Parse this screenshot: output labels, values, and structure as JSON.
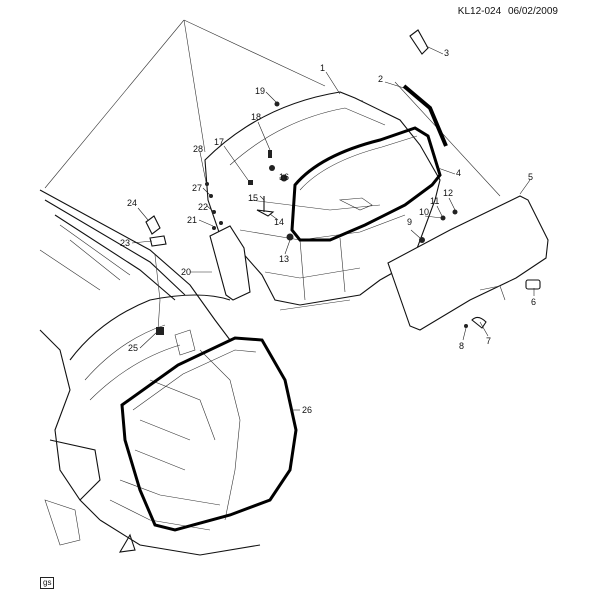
{
  "header": {
    "code": "KL12-024",
    "date": "06/02/2009"
  },
  "badge": "gs",
  "callouts": [
    {
      "id": "c1",
      "label": "1"
    },
    {
      "id": "c2",
      "label": "2"
    },
    {
      "id": "c3",
      "label": "3"
    },
    {
      "id": "c4",
      "label": "4"
    },
    {
      "id": "c5",
      "label": "5"
    },
    {
      "id": "c6",
      "label": "6"
    },
    {
      "id": "c7",
      "label": "7"
    },
    {
      "id": "c8",
      "label": "8"
    },
    {
      "id": "c9",
      "label": "9"
    },
    {
      "id": "c10",
      "label": "10"
    },
    {
      "id": "c11",
      "label": "11"
    },
    {
      "id": "c12",
      "label": "12"
    },
    {
      "id": "c13",
      "label": "13"
    },
    {
      "id": "c14",
      "label": "14"
    },
    {
      "id": "c15",
      "label": "15"
    },
    {
      "id": "c16",
      "label": "16"
    },
    {
      "id": "c17",
      "label": "17"
    },
    {
      "id": "c18",
      "label": "18"
    },
    {
      "id": "c19",
      "label": "19"
    },
    {
      "id": "c20",
      "label": "20"
    },
    {
      "id": "c21",
      "label": "21"
    },
    {
      "id": "c22",
      "label": "22"
    },
    {
      "id": "c23",
      "label": "23"
    },
    {
      "id": "c24",
      "label": "24"
    },
    {
      "id": "c25",
      "label": "25"
    },
    {
      "id": "c26",
      "label": "26"
    },
    {
      "id": "c27",
      "label": "27"
    },
    {
      "id": "c28",
      "label": "28"
    }
  ]
}
